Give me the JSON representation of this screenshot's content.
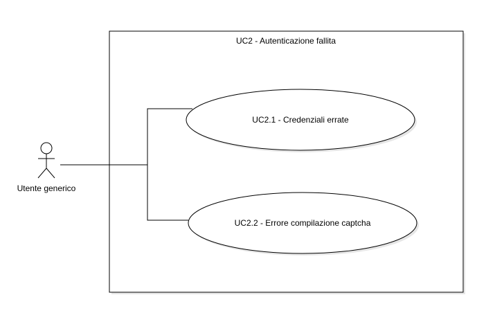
{
  "system": {
    "title": "UC2 - Autenticazione fallita"
  },
  "actor": {
    "label": "Utente generico"
  },
  "use_cases": [
    {
      "label": "UC2.1 - Credenziali errate"
    },
    {
      "label": "UC2.2 - Errore compilazione captcha"
    }
  ],
  "colors": {
    "stroke": "#000000",
    "fill": "#ffffff",
    "shadow": "#d9d9d9"
  }
}
